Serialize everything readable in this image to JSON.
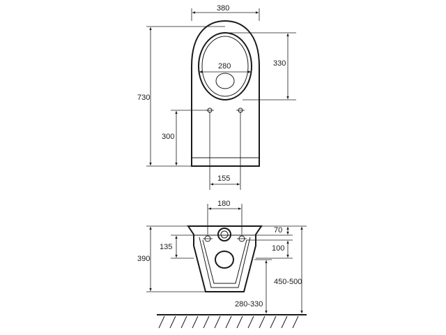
{
  "drawing": {
    "top_view": {
      "width": "380",
      "inner_width": "280",
      "length": "730",
      "seat_depth": "330",
      "mount_height": "300",
      "mount_spacing": "155"
    },
    "front_view": {
      "mount_spacing": "180",
      "top_offset": "70",
      "hole_offset": "100",
      "hole_height": "135",
      "height": "390",
      "floor_distance": "280-330",
      "rim_height": "450-500"
    }
  }
}
